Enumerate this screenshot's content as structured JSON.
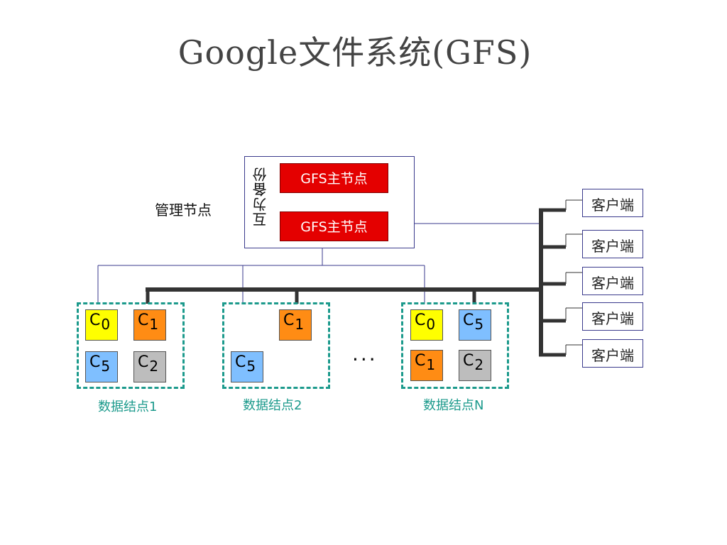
{
  "title": "Google文件系统(GFS)",
  "management": {
    "label": "管理节点",
    "backup_label": "互为备份",
    "masters": [
      "GFS主节点",
      "GFS主节点"
    ]
  },
  "clients": [
    "客户端",
    "客户端",
    "客户端",
    "客户端",
    "客户端"
  ],
  "chunk_prefix": "C",
  "data_nodes": [
    {
      "label": "数据结点1",
      "chunks": [
        {
          "id": "0",
          "color": "#ffff00"
        },
        {
          "id": "1",
          "color": "#ff8c14"
        },
        {
          "id": "5",
          "color": "#7fbfff"
        },
        {
          "id": "2",
          "color": "#bdbdbd"
        }
      ]
    },
    {
      "label": "数据结点2",
      "chunks": [
        {
          "id": "1",
          "color": "#ff8c14"
        },
        {
          "id": "5",
          "color": "#7fbfff"
        }
      ]
    },
    {
      "label": "数据结点N",
      "chunks": [
        {
          "id": "0",
          "color": "#ffff00"
        },
        {
          "id": "5",
          "color": "#7fbfff"
        },
        {
          "id": "1",
          "color": "#ff8c14"
        },
        {
          "id": "2",
          "color": "#bdbdbd"
        }
      ]
    }
  ],
  "ellipsis": "···"
}
